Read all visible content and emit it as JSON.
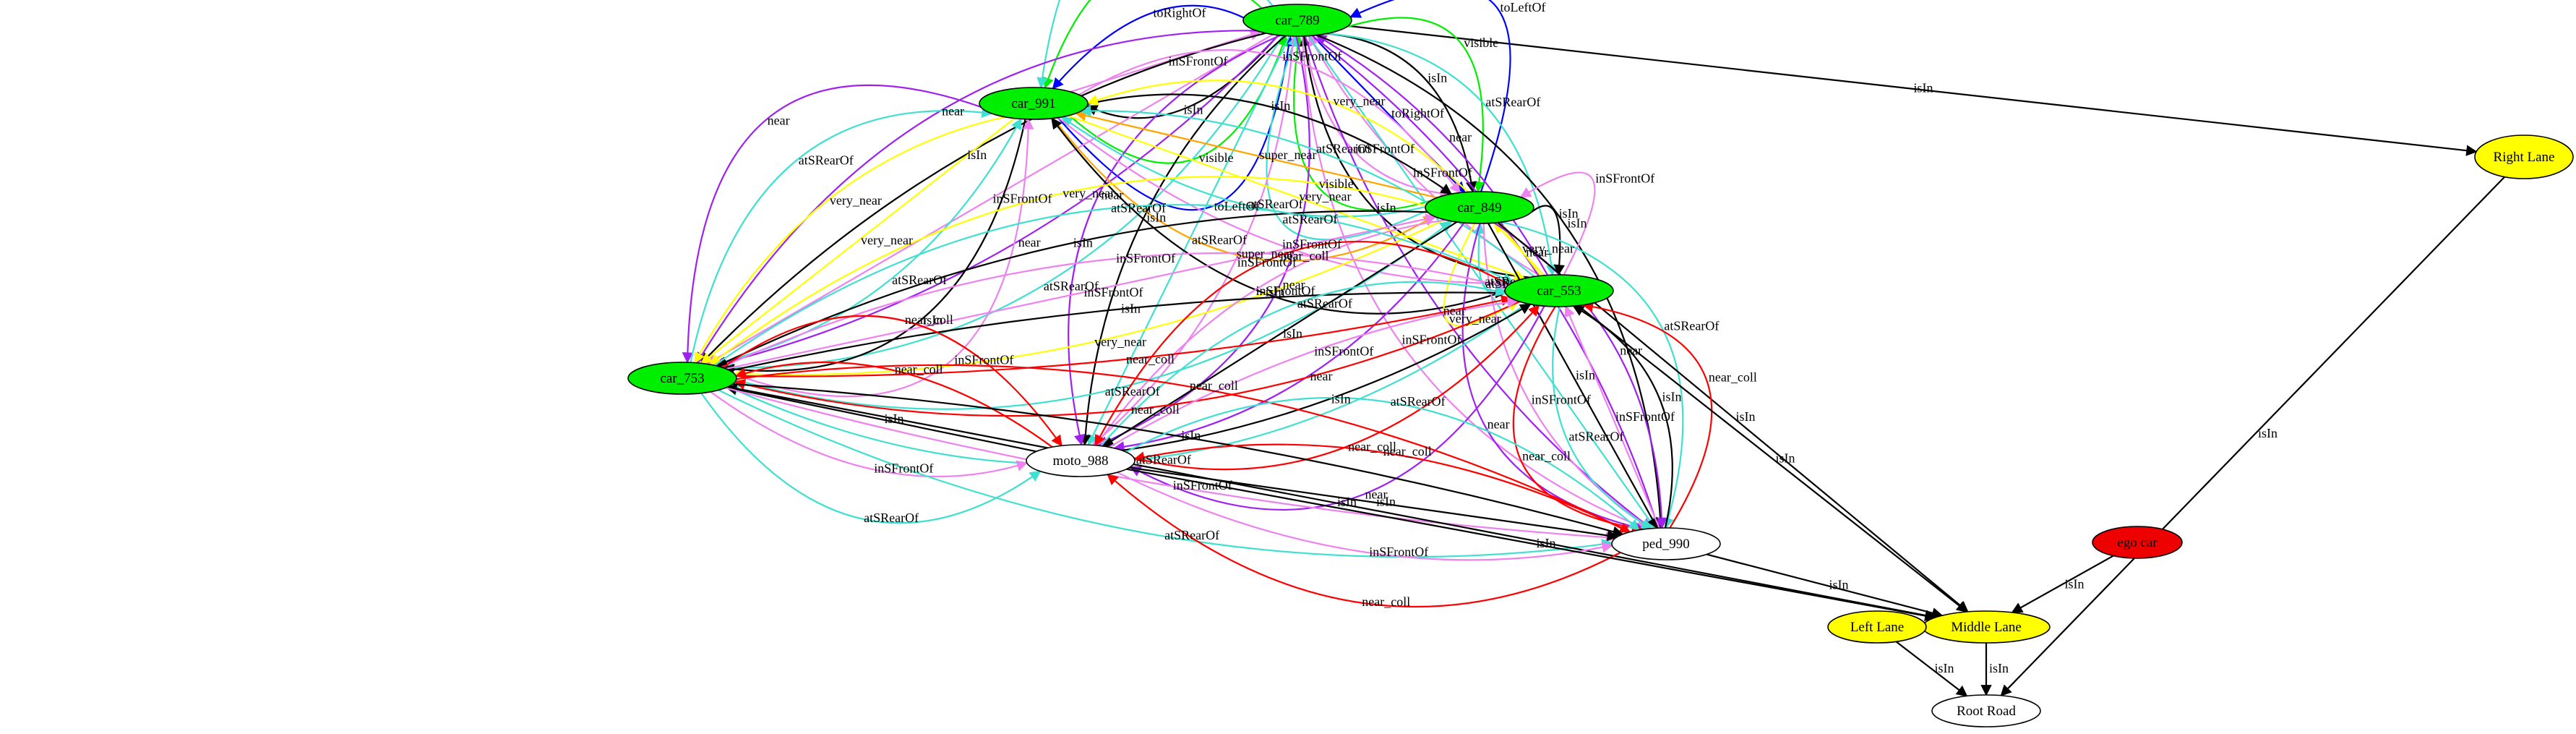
{
  "nodes": [
    {
      "id": "car_789",
      "label": "car_789",
      "fill": "#00ee00"
    },
    {
      "id": "car_991",
      "label": "car_991",
      "fill": "#00ee00"
    },
    {
      "id": "car_849",
      "label": "car_849",
      "fill": "#00ee00"
    },
    {
      "id": "car_553",
      "label": "car_553",
      "fill": "#00ee00"
    },
    {
      "id": "car_753",
      "label": "car_753",
      "fill": "#00ee00"
    },
    {
      "id": "moto_988",
      "label": "moto_988",
      "fill": "#ffffff"
    },
    {
      "id": "ped_990",
      "label": "ped_990",
      "fill": "#ffffff"
    },
    {
      "id": "ego_car",
      "label": "ego car",
      "fill": "#ee0000"
    },
    {
      "id": "right_lane",
      "label": "Right Lane",
      "fill": "#ffff00"
    },
    {
      "id": "middle_lane",
      "label": "Middle Lane",
      "fill": "#ffff00"
    },
    {
      "id": "left_lane",
      "label": "Left Lane",
      "fill": "#ffff00"
    },
    {
      "id": "root_road",
      "label": "Root Road",
      "fill": "#ffffff"
    }
  ],
  "colors": {
    "isIn": "#000000",
    "near": "#a020f0",
    "inSFrontOf": "#ee82ee",
    "atSRearOf": "#40e0d0",
    "visible": "#00ee00",
    "toLeftOf": "#0000ff",
    "toRightOf": "#0000ff",
    "super_near": "#ffa500",
    "very_near": "#ffff00",
    "near_coll": "#ff0000"
  },
  "edges": [
    {
      "from": "car_991",
      "to": "car_789",
      "label": "toLeftOf"
    },
    {
      "from": "car_991",
      "to": "car_789",
      "label": "visible"
    },
    {
      "from": "car_789",
      "to": "car_991",
      "label": "isIn"
    },
    {
      "from": "car_991",
      "to": "car_789",
      "label": "inSFrontOf"
    },
    {
      "from": "car_789",
      "to": "car_991",
      "label": "toRightOf"
    },
    {
      "from": "car_789",
      "to": "car_991",
      "label": "visible"
    },
    {
      "from": "car_789",
      "to": "car_991",
      "label": "atSRearOf"
    },
    {
      "from": "car_789",
      "to": "right_lane",
      "label": "isIn"
    },
    {
      "from": "car_849",
      "to": "car_789",
      "label": "toLeftOf"
    },
    {
      "from": "car_789",
      "to": "car_849",
      "label": "visible"
    },
    {
      "from": "car_789",
      "to": "car_849",
      "label": "isIn"
    },
    {
      "from": "car_789",
      "to": "car_849",
      "label": "toRightOf"
    },
    {
      "from": "car_789",
      "to": "car_849",
      "label": "inSFrontOf"
    },
    {
      "from": "car_849",
      "to": "car_789",
      "label": "visible"
    },
    {
      "from": "car_849",
      "to": "car_789",
      "label": "atSRearOf"
    },
    {
      "from": "car_553",
      "to": "car_789",
      "label": "isIn"
    },
    {
      "from": "car_553",
      "to": "car_789",
      "label": "inSFrontOf"
    },
    {
      "from": "car_553",
      "to": "car_789",
      "label": "near"
    },
    {
      "from": "car_789",
      "to": "car_553",
      "label": "atSRearOf"
    },
    {
      "from": "car_789",
      "to": "car_753",
      "label": "near"
    },
    {
      "from": "car_789",
      "to": "car_753",
      "label": "isIn"
    },
    {
      "from": "car_789",
      "to": "car_753",
      "label": "inSFrontOf"
    },
    {
      "from": "car_789",
      "to": "car_753",
      "label": "near"
    },
    {
      "from": "car_789",
      "to": "car_753",
      "label": "atSRearOf"
    },
    {
      "from": "car_789",
      "to": "moto_988",
      "label": "near"
    },
    {
      "from": "car_789",
      "to": "moto_988",
      "label": "inSFrontOf"
    },
    {
      "from": "car_789",
      "to": "moto_988",
      "label": "atSRearOf"
    },
    {
      "from": "car_789",
      "to": "moto_988",
      "label": "isIn"
    },
    {
      "from": "car_789",
      "to": "moto_988",
      "label": "near"
    },
    {
      "from": "car_789",
      "to": "ped_990",
      "label": "isIn"
    },
    {
      "from": "car_789",
      "to": "ped_990",
      "label": "near"
    },
    {
      "from": "car_789",
      "to": "ped_990",
      "label": "atSRearOf"
    },
    {
      "from": "car_789",
      "to": "ped_990",
      "label": "near"
    },
    {
      "from": "car_789",
      "to": "ped_990",
      "label": "inSFrontOf"
    },
    {
      "from": "car_991",
      "to": "car_849",
      "label": "super_near"
    },
    {
      "from": "car_849",
      "to": "car_991",
      "label": "atSRearOf"
    },
    {
      "from": "car_849",
      "to": "car_991",
      "label": "super_near"
    },
    {
      "from": "car_991",
      "to": "car_849",
      "label": "isIn"
    },
    {
      "from": "car_991",
      "to": "car_849",
      "label": "inSFrontOf"
    },
    {
      "from": "car_553",
      "to": "car_991",
      "label": "isIn"
    },
    {
      "from": "car_991",
      "to": "car_553",
      "label": "inSFrontOf"
    },
    {
      "from": "car_991",
      "to": "car_553",
      "label": "very_near"
    },
    {
      "from": "car_553",
      "to": "car_991",
      "label": "atSRearOf"
    },
    {
      "from": "car_553",
      "to": "car_991",
      "label": "very_near"
    },
    {
      "from": "car_991",
      "to": "car_753",
      "label": "near"
    },
    {
      "from": "car_753",
      "to": "car_991",
      "label": "atSRearOf"
    },
    {
      "from": "car_991",
      "to": "car_753",
      "label": "very_near"
    },
    {
      "from": "car_991",
      "to": "car_753",
      "label": "very_near"
    },
    {
      "from": "car_753",
      "to": "car_991",
      "label": "atSRearOf"
    },
    {
      "from": "car_991",
      "to": "car_753",
      "label": "isIn"
    },
    {
      "from": "car_753",
      "to": "car_991",
      "label": "inSFrontOf"
    },
    {
      "from": "car_849",
      "to": "car_553",
      "label": "very_near"
    },
    {
      "from": "car_553",
      "to": "car_849",
      "label": "atSRearOf"
    },
    {
      "from": "car_553",
      "to": "car_849",
      "label": "very_near"
    },
    {
      "from": "car_849",
      "to": "car_553",
      "label": "isIn"
    },
    {
      "from": "car_553",
      "to": "car_849",
      "label": "inSFrontOf"
    },
    {
      "from": "car_849",
      "to": "car_753",
      "label": "very_near"
    },
    {
      "from": "car_849",
      "to": "car_753",
      "label": "isIn"
    },
    {
      "from": "car_753",
      "to": "car_849",
      "label": "inSFrontOf"
    },
    {
      "from": "car_849",
      "to": "car_753",
      "label": "very_near"
    },
    {
      "from": "car_753",
      "to": "car_849",
      "label": "atSRearOf"
    },
    {
      "from": "car_849",
      "to": "moto_988",
      "label": "near"
    },
    {
      "from": "car_849",
      "to": "moto_988",
      "label": "isIn"
    },
    {
      "from": "car_849",
      "to": "moto_988",
      "label": "inSFrontOf"
    },
    {
      "from": "car_849",
      "to": "ped_990",
      "label": "atSRearOf"
    },
    {
      "from": "car_849",
      "to": "ped_990",
      "label": "near"
    },
    {
      "from": "car_849",
      "to": "ped_990",
      "label": "isIn"
    },
    {
      "from": "car_849",
      "to": "ped_990",
      "label": "inSFrontOf"
    },
    {
      "from": "car_849",
      "to": "middle_lane",
      "label": "isIn"
    },
    {
      "from": "car_849",
      "to": "ped_990",
      "label": "near"
    },
    {
      "from": "car_553",
      "to": "car_753",
      "label": "atSRearOf"
    },
    {
      "from": "car_553",
      "to": "car_753",
      "label": "near_coll"
    },
    {
      "from": "car_753",
      "to": "car_553",
      "label": "near_coll"
    },
    {
      "from": "car_753",
      "to": "car_553",
      "label": "isIn"
    },
    {
      "from": "car_753",
      "to": "car_553",
      "label": "inSFrontOf"
    },
    {
      "from": "car_753",
      "to": "car_553",
      "label": "atSRearOf"
    },
    {
      "from": "car_553",
      "to": "moto_988",
      "label": "near"
    },
    {
      "from": "moto_988",
      "to": "car_553",
      "label": "near_coll"
    },
    {
      "from": "moto_988",
      "to": "car_553",
      "label": "isIn"
    },
    {
      "from": "moto_988",
      "to": "car_553",
      "label": "inSFrontOf"
    },
    {
      "from": "moto_988",
      "to": "car_553",
      "label": "atSRearOf"
    },
    {
      "from": "car_553",
      "to": "moto_988",
      "label": "near_coll"
    },
    {
      "from": "ped_990",
      "to": "car_553",
      "label": "near_coll"
    },
    {
      "from": "ped_990",
      "to": "car_553",
      "label": "isIn"
    },
    {
      "from": "ped_990",
      "to": "car_553",
      "label": "inSFrontOf"
    },
    {
      "from": "car_553",
      "to": "ped_990",
      "label": "atSRearOf"
    },
    {
      "from": "car_553",
      "to": "ped_990",
      "label": "near_coll"
    },
    {
      "from": "car_553",
      "to": "middle_lane",
      "label": "isIn"
    },
    {
      "from": "car_753",
      "to": "moto_988",
      "label": "near_coll"
    },
    {
      "from": "moto_988",
      "to": "car_753",
      "label": "near_coll"
    },
    {
      "from": "moto_988",
      "to": "car_753",
      "label": "isIn"
    },
    {
      "from": "car_753",
      "to": "moto_988",
      "label": "inSFrontOf"
    },
    {
      "from": "car_753",
      "to": "moto_988",
      "label": "atSRearOf"
    },
    {
      "from": "car_753",
      "to": "ped_990",
      "label": "near_coll"
    },
    {
      "from": "car_753",
      "to": "ped_990",
      "label": "isIn"
    },
    {
      "from": "car_753",
      "to": "ped_990",
      "label": "inSFrontOf"
    },
    {
      "from": "car_753",
      "to": "ped_990",
      "label": "atSRearOf"
    },
    {
      "from": "car_753",
      "to": "middle_lane",
      "label": "isIn"
    },
    {
      "from": "moto_988",
      "to": "ped_990",
      "label": "atSRearOf"
    },
    {
      "from": "ped_990",
      "to": "moto_988",
      "label": "near_coll"
    },
    {
      "from": "moto_988",
      "to": "ped_990",
      "label": "isIn"
    },
    {
      "from": "moto_988",
      "to": "ped_990",
      "label": "inSFrontOf"
    },
    {
      "from": "ped_990",
      "to": "moto_988",
      "label": "near_coll"
    },
    {
      "from": "moto_988",
      "to": "middle_lane",
      "label": "isIn"
    },
    {
      "from": "ped_990",
      "to": "middle_lane",
      "label": "isIn"
    },
    {
      "from": "ego_car",
      "to": "middle_lane",
      "label": "isIn"
    },
    {
      "from": "left_lane",
      "to": "root_road",
      "label": "isIn"
    },
    {
      "from": "middle_lane",
      "to": "root_road",
      "label": "isIn"
    },
    {
      "from": "right_lane",
      "to": "root_road",
      "label": "isIn"
    }
  ]
}
